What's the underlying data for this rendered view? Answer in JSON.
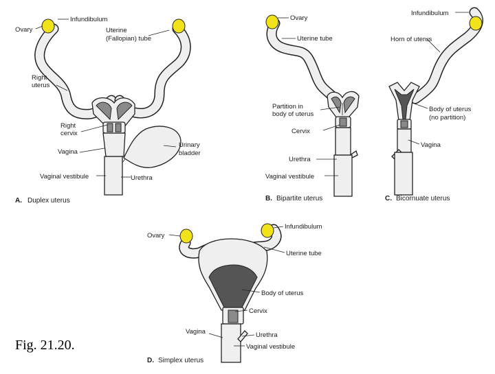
{
  "caption": "Fig. 21.20.",
  "colors": {
    "ovary": "#f1e21a",
    "tissue": "#efefef",
    "lumen": "#8a8a8a"
  },
  "panelA": {
    "letter": "A.",
    "title": "Duplex uterus",
    "labels": {
      "infundibulum": "Infundibulum",
      "ovary": "Ovary",
      "uterine_tube_1": "Uterine",
      "uterine_tube_2": "(Fallopian) tube",
      "right_uterus_1": "Right",
      "right_uterus_2": "uterus",
      "right_cervix_1": "Right",
      "right_cervix_2": "cervix",
      "vagina": "Vagina",
      "urinary_bladder_1": "Urinary",
      "urinary_bladder_2": "bladder",
      "vaginal_vestibule": "Vaginal vestibule",
      "urethra": "Urethra"
    }
  },
  "panelB": {
    "letter": "B.",
    "title": "Bipartite uterus",
    "labels": {
      "ovary": "Ovary",
      "uterine_tube": "Uterine tube",
      "partition_1": "Partition in",
      "partition_2": "body of uterus",
      "cervix": "Cervix",
      "urethra": "Urethra",
      "vaginal_vestibule": "Vaginal vestibule"
    }
  },
  "panelC": {
    "letter": "C.",
    "title": "Bicornuate uterus",
    "labels": {
      "infundibulum": "Infundibulum",
      "horn": "Horn of uterus",
      "body_1": "Body of uterus",
      "body_2": "(no partition)",
      "vagina": "Vagina"
    }
  },
  "panelD": {
    "letter": "D.",
    "title": "Simplex uterus",
    "labels": {
      "ovary": "Ovary",
      "infundibulum": "Infundibulum",
      "uterine_tube": "Uterine tube",
      "body": "Body of uterus",
      "cervix": "Cervix",
      "vagina": "Vagina",
      "urethra": "Urethra",
      "vaginal_vestibule": "Vaginal vestibule"
    }
  }
}
